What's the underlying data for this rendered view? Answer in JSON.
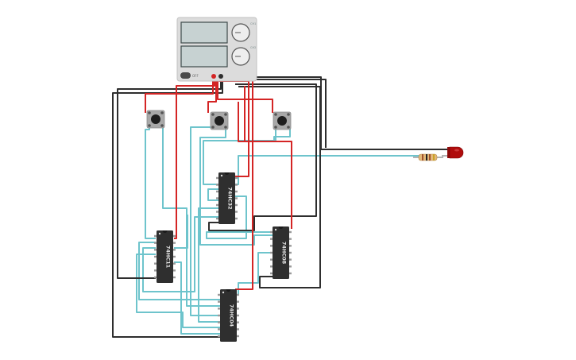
{
  "power_supply": {
    "switch_label": "OFF",
    "channel_labels": [
      "CH1",
      "CH2"
    ],
    "colors": {
      "body": "#dcdcdc",
      "lcd": "#c7d2d2",
      "knob": "#eeeeee"
    }
  },
  "chips": [
    {
      "id": "u1",
      "label": "74HC32"
    },
    {
      "id": "u2",
      "label": "74HC11"
    },
    {
      "id": "u3",
      "label": "74HC08"
    },
    {
      "id": "u4",
      "label": "74HC04"
    }
  ],
  "buttons": [
    {
      "id": "btn-a"
    },
    {
      "id": "btn-b"
    },
    {
      "id": "btn-c"
    }
  ],
  "led": {
    "color": "#b00d0d"
  },
  "resistor": {
    "bands": [
      "#a0522d",
      "#222222",
      "#a0522d",
      "#c9a227"
    ]
  },
  "wire_colors": {
    "power": "#d42525",
    "ground": "#2e2e2e",
    "signal": "#6ec4cc"
  }
}
